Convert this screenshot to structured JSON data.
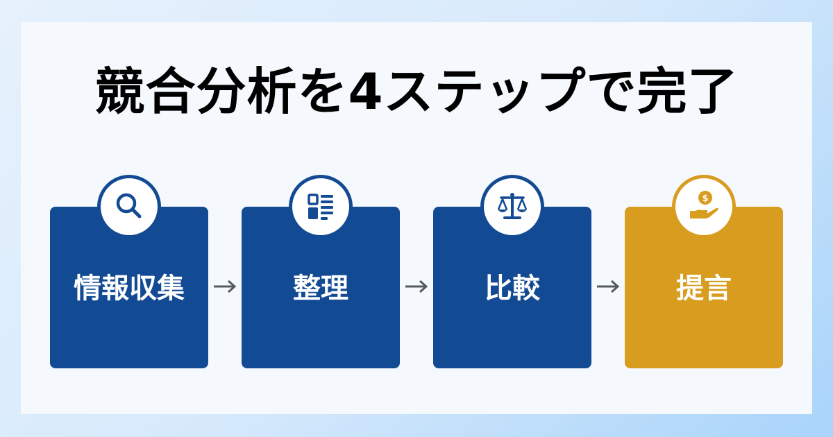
{
  "title": "競合分析を4ステップで完了",
  "colors": {
    "primary": "#124a94",
    "accent": "#d89c1e",
    "arrow": "#555a60",
    "panel": "#f5f9fd",
    "title": "#000000"
  },
  "steps": [
    {
      "label": "情報収集",
      "icon": "search-icon",
      "color": "#124a94"
    },
    {
      "label": "整理",
      "icon": "list-layout-icon",
      "color": "#124a94"
    },
    {
      "label": "比較",
      "icon": "balance-scale-icon",
      "color": "#124a94"
    },
    {
      "label": "提言",
      "icon": "hand-coin-icon",
      "color": "#d89c1e"
    }
  ],
  "arrows": [
    "→",
    "→",
    "→"
  ]
}
